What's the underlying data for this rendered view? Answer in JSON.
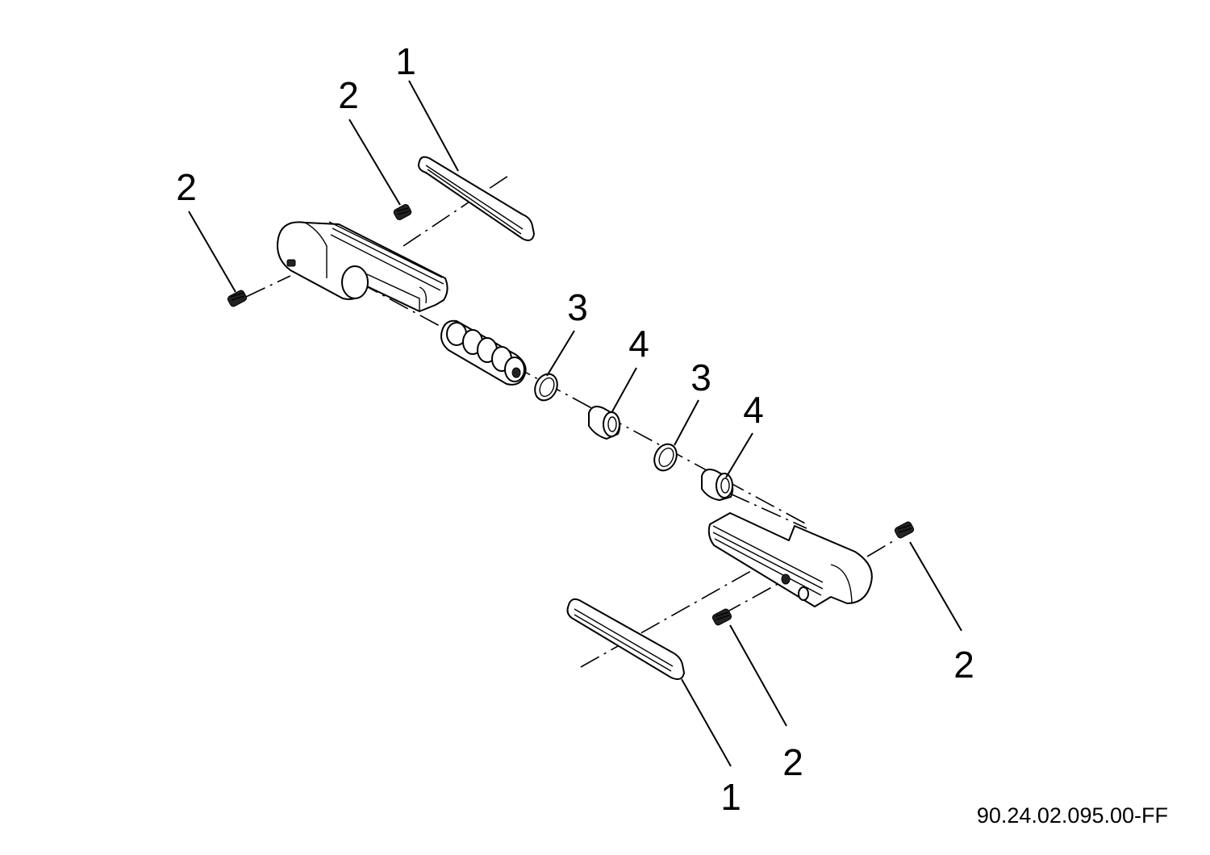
{
  "diagram": {
    "reference_code": "90.24.02.095.00-FF",
    "callouts": {
      "gasket_top": "1",
      "gasket_bottom": "1",
      "screw_top_inner": "2",
      "screw_top_outer": "2",
      "screw_bottom_inner": "2",
      "screw_bottom_outer": "2",
      "washer_a": "3",
      "washer_b": "3",
      "bushing_a": "4",
      "bushing_b": "4"
    }
  }
}
